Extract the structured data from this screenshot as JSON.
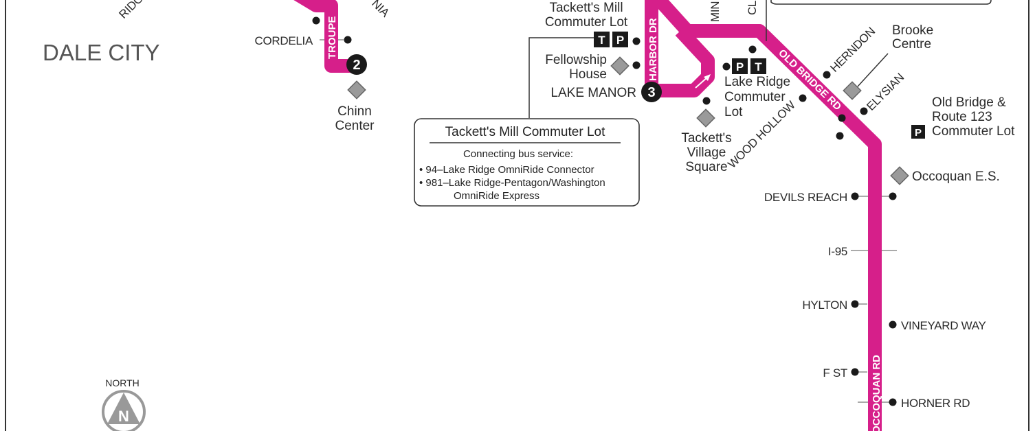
{
  "colors": {
    "route": "#d61f8a",
    "text": "#2a2a2a",
    "stop": "#1a1a1a",
    "landmark": "#999999"
  },
  "area_label": "DALE CITY",
  "north_arrow": {
    "label": "NORTH",
    "letter": "N"
  },
  "streets_on_route": {
    "troupe": "TROUPE",
    "harbor_dr": "HARBOR DR",
    "old_bridge_rd": "OLD BRIDGE RD",
    "occoquan_rd": "OCCOQUAN RD"
  },
  "stops": {
    "cordelia": "CORDELIA",
    "lake_manor": "LAKE MANOR",
    "herndon": "HERNDON",
    "elysian": "ELYSIAN",
    "wood_hollow": "WOOD HOLLOW",
    "devils_reach": "DEVILS REACH",
    "i95": "I-95",
    "hylton": "HYLTON",
    "vineyard_way": "VINEYARD WAY",
    "f_st": "F ST",
    "horner_rd": "HORNER RD"
  },
  "partial_labels": {
    "ridge": "RIDG",
    "nia": "NIA",
    "min": "MIN",
    "cl": "CL"
  },
  "timepoints": [
    "2",
    "3"
  ],
  "landmarks": {
    "chinn": [
      "Chinn",
      "Center"
    ],
    "fellowship": [
      "Fellowship",
      "House"
    ],
    "tacketts_village": [
      "Tackett's",
      "Village",
      "Square"
    ],
    "brooke": [
      "Brooke",
      "Centre"
    ],
    "occoquan_es": "Occoquan E.S."
  },
  "commuter_lots": {
    "tacketts_mill": [
      "Tackett's Mill",
      "Commuter Lot"
    ],
    "lake_ridge": [
      "Lake Ridge",
      "Commuter",
      "Lot"
    ],
    "old_bridge_123": [
      "Old Bridge &",
      "Route 123",
      "Commuter Lot"
    ]
  },
  "lot_badges": {
    "transit": "T",
    "parking": "P"
  },
  "callout": {
    "title": "Tackett's Mill Commuter Lot",
    "subtitle": "Connecting bus service:",
    "line1": "• 94–Lake Ridge OmniRide Connector",
    "line2": "• 981–Lake Ridge-Pentagon/Washington",
    "line3": "OmniRide Express"
  }
}
